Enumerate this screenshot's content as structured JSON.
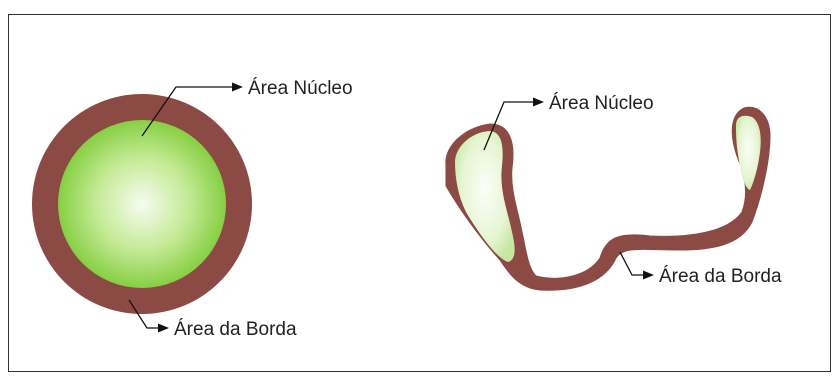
{
  "left_figure": {
    "core_label": "Área Núcleo",
    "edge_label": "Área da Borda"
  },
  "right_figure": {
    "core_label": "Área Núcleo",
    "edge_label": "Área da Borda"
  },
  "colors": {
    "edge": "#8b4a44",
    "core_center": "#f4fbef",
    "core_outer": "#8fd34c",
    "frame": "#333333"
  }
}
